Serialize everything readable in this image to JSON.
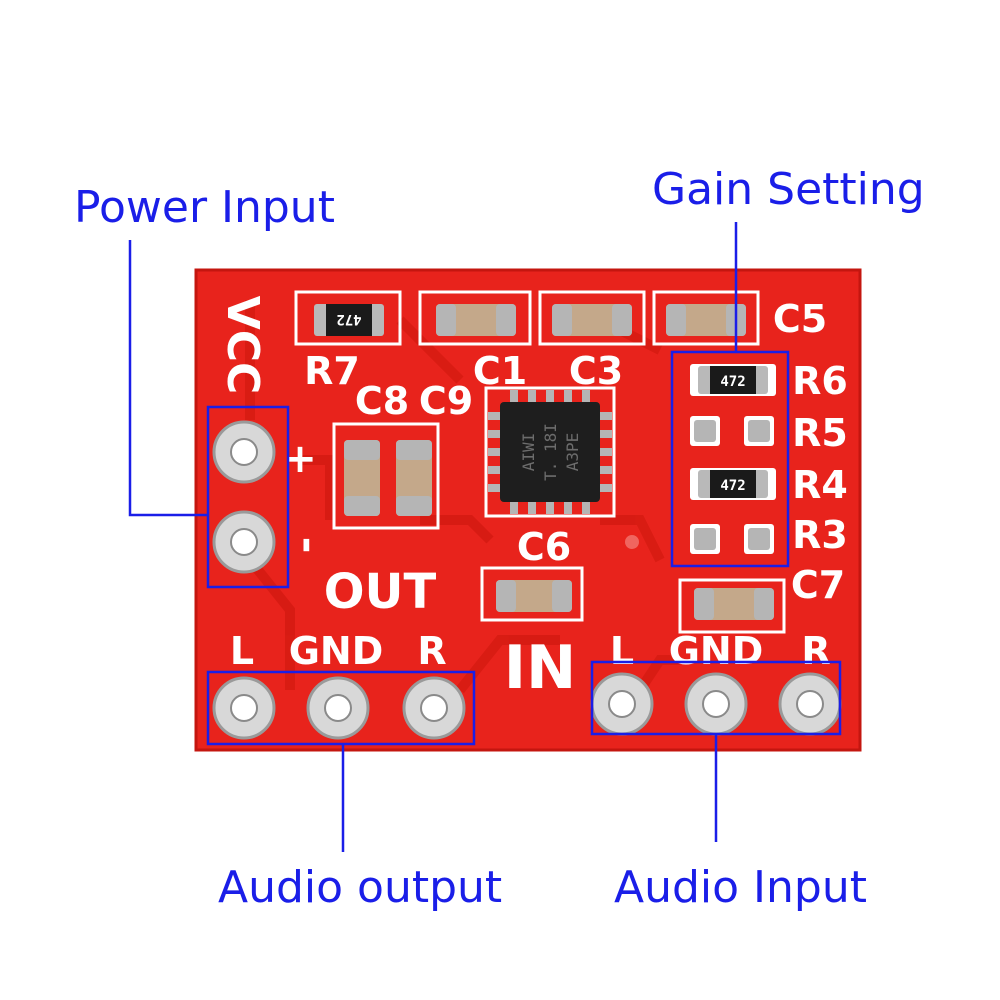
{
  "callouts": {
    "power_input": "Power Input",
    "gain_setting": "Gain Setting",
    "audio_output": "Audio output",
    "audio_input": "Audio Input"
  },
  "board": {
    "vcc": "VCC",
    "plus": "+",
    "minus": "-",
    "out": "OUT",
    "in": "IN",
    "out_pins": {
      "l": "L",
      "gnd": "GND",
      "r": "R"
    },
    "in_pins": {
      "l": "L",
      "gnd": "GND",
      "r": "R"
    },
    "components": {
      "r7": "R7",
      "c1": "C1",
      "c3": "C3",
      "c5": "C5",
      "c8": "C8",
      "c9": "C9",
      "c6": "C6",
      "c7": "C7",
      "r6": "R6",
      "r5": "R5",
      "r4": "R4",
      "r3": "R3"
    },
    "resistor_code_r7": "472",
    "resistor_code_r6": "472",
    "resistor_code_r4": "472",
    "chip_text": [
      "AIWI",
      "T. 18I",
      "A3PE"
    ]
  },
  "colors": {
    "callout": "#1a1ee8",
    "board": "#e8231c",
    "silkscreen": "#ffffff"
  }
}
